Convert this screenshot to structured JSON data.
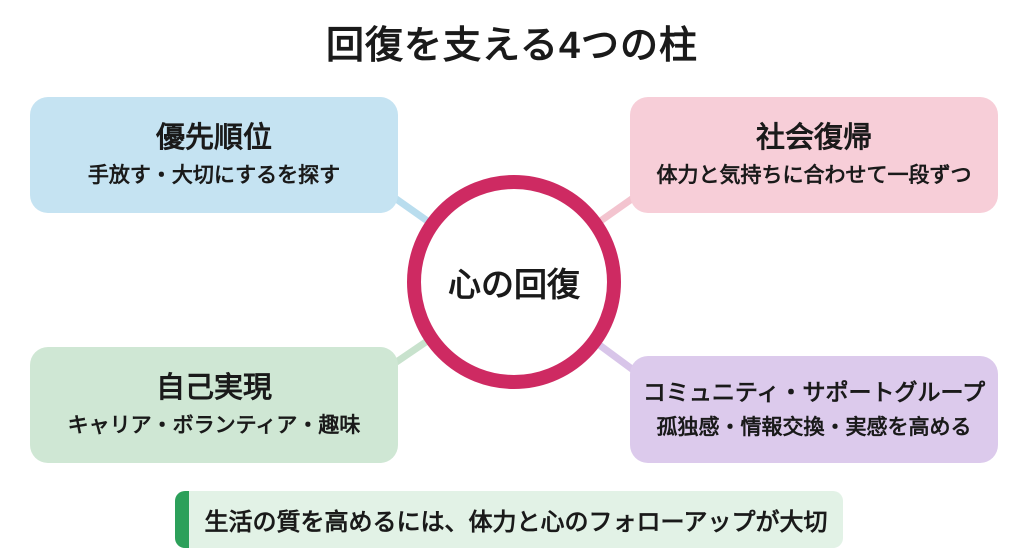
{
  "title": "回復を支える4つの柱",
  "center": {
    "label": "心の回復",
    "ring_color": "#ce2a62",
    "fill_color": "#ffffff"
  },
  "pillars": [
    {
      "title": "優先順位",
      "subtitle": "手放す・大切にするを探す",
      "bg": "#c5e3f2",
      "line": "#b9ddee"
    },
    {
      "title": "社会復帰",
      "subtitle": "体力と気持ちに合わせて一段ずつ",
      "bg": "#f7ced8",
      "line": "#f3c4cf"
    },
    {
      "title": "自己実現",
      "subtitle": "キャリア・ボランティア・趣味",
      "bg": "#cfe7d4",
      "line": "#c8e2cd"
    },
    {
      "title": "コミュニティ・サポートグループ",
      "subtitle": "孤独感・情報交換・実感を高める",
      "bg": "#dccaec",
      "line": "#d8c5e9"
    }
  ],
  "footer": {
    "text": "生活の質を高めるには、体力と心のフォローアップが大切",
    "bg": "#e2f2e6",
    "accent_color": "#2ca05a"
  }
}
